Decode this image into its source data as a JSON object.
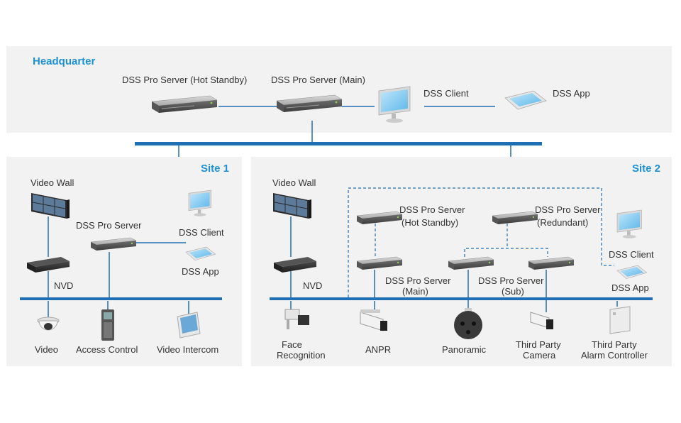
{
  "headquarter": {
    "title": "Headquarter",
    "server_standby": "DSS Pro Server (Hot Standby)",
    "server_main": "DSS Pro Server (Main)",
    "client": "DSS Client",
    "app": "DSS App"
  },
  "site1": {
    "title": "Site 1",
    "video_wall": "Video Wall",
    "server": "DSS Pro Server",
    "client": "DSS Client",
    "app": "DSS App",
    "nvd": "NVD",
    "devices": [
      "Video",
      "Access Control",
      "Video Intercom"
    ]
  },
  "site2": {
    "title": "Site 2",
    "video_wall": "Video Wall",
    "nvd": "NVD",
    "server_standby": [
      "DSS Pro Server",
      "(Hot Standby)"
    ],
    "server_redundant": [
      "DSS Pro Server",
      "(Redundant)"
    ],
    "server_main": [
      "DSS Pro Server",
      "(Main)"
    ],
    "server_sub": [
      "DSS Pro Server",
      "(Sub)"
    ],
    "client": "DSS Client",
    "app": "DSS App",
    "devices": [
      [
        "Face",
        "Recognition"
      ],
      [
        "ANPR"
      ],
      [
        "Panoramic"
      ],
      [
        "Third Party",
        "Camera"
      ],
      [
        "Third Party",
        "Alarm Controller"
      ]
    ]
  },
  "colors": {
    "panel": "#f2f2f2",
    "line": "#1f6fb5",
    "title": "#1e90d6"
  }
}
